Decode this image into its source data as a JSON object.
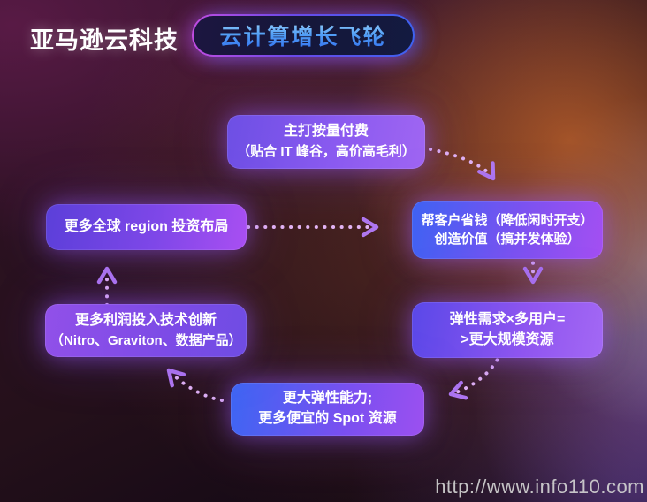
{
  "header": {
    "brand": "亚马逊云科技",
    "badge": "云计算增长飞轮"
  },
  "diagram": {
    "nodes": [
      {
        "id": "pay-per-use",
        "line1": "主打按量付费",
        "line2": "（贴合 IT 峰谷，高价高毛利）"
      },
      {
        "id": "customer-value",
        "line1": "帮客户省钱（降低闲时开支）",
        "line2": "创造价值（搞并发体验）"
      },
      {
        "id": "elastic-demand",
        "line1": "弹性需求×多用户=",
        "line2": ">更大规模资源"
      },
      {
        "id": "elastic-capacity",
        "line1": "更大弹性能力;",
        "line2": "更多便宜的 Spot 资源"
      },
      {
        "id": "profit-innovation",
        "line1": "更多利润投入技术创新",
        "line2": "（Nitro、Graviton、数据产品）"
      },
      {
        "id": "global-region",
        "line1": "更多全球 region 投资布局"
      }
    ],
    "edges": [
      {
        "from": "pay-per-use",
        "to": "customer-value"
      },
      {
        "from": "global-region",
        "to": "customer-value"
      },
      {
        "from": "customer-value",
        "to": "elastic-demand"
      },
      {
        "from": "elastic-demand",
        "to": "elastic-capacity"
      },
      {
        "from": "elastic-capacity",
        "to": "profit-innovation"
      },
      {
        "from": "profit-innovation",
        "to": "global-region"
      }
    ]
  },
  "watermark": "http://www.info110.com",
  "colors": {
    "arrow_dots": "#e2b4f4",
    "arrow_head": "#b078f0",
    "badge_text_blue": "#3f86f4",
    "node_purple": "#a44ff2",
    "node_blue": "#3e62f3",
    "background_orange_glow": "#ba5f2a"
  }
}
